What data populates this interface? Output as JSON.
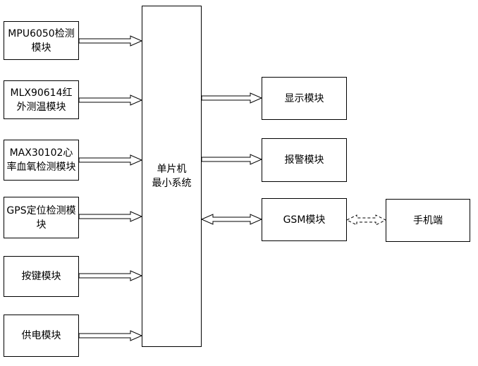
{
  "diagram": {
    "inputs": [
      {
        "label": "MPU6050检测模块"
      },
      {
        "label": "MLX90614红外测温模块"
      },
      {
        "label": "MAX30102心率血氧检测模块"
      },
      {
        "label": "GPS定位检测模块"
      },
      {
        "label": "按键模块"
      },
      {
        "label": "供电模块"
      }
    ],
    "mcu": {
      "label": "单片机\n最小系统"
    },
    "outputs": [
      {
        "label": "显示模块"
      },
      {
        "label": "报警模块"
      }
    ],
    "gsm": {
      "label": "GSM模块"
    },
    "phone": {
      "label": "手机端"
    },
    "colors": {
      "stroke": "#000000",
      "fill": "#ffffff"
    }
  }
}
